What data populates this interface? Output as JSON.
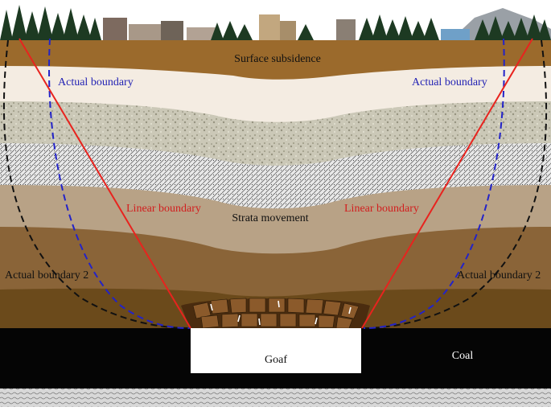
{
  "labels": {
    "surface_subsidence": "Surface subsidence",
    "actual_boundary_left": "Actual boundary",
    "actual_boundary_right": "Actual boundary",
    "linear_boundary_left": "Linear boundary",
    "linear_boundary_right": "Linear boundary",
    "strata_movement": "Strata movement",
    "actual_boundary_2_left": "Actual boundary 2",
    "actual_boundary_2_right": "Actual boundary 2",
    "goaf": "Goaf",
    "coal": "Coal"
  },
  "colors": {
    "linear_boundary": "#e8231e",
    "actual_boundary": "#2323c8",
    "actual_boundary_2": "#111111",
    "blue_label": "#2323b4",
    "red_label": "#d21e1e"
  }
}
